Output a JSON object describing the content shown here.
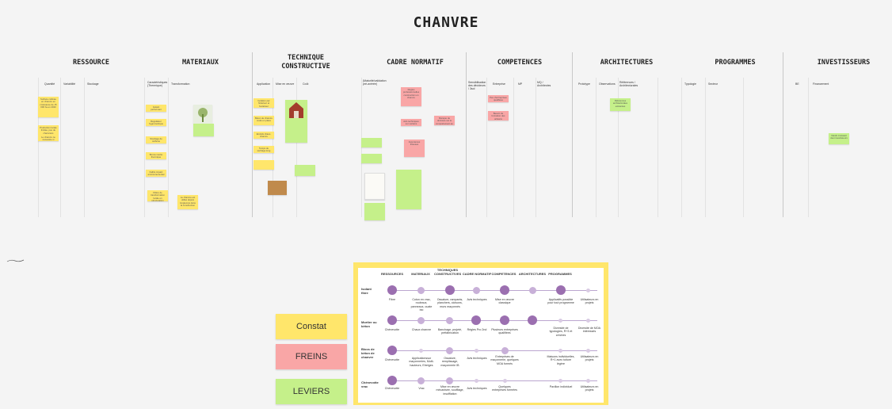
{
  "board": {
    "title": "CHANVRE",
    "columns": [
      {
        "id": "ressource",
        "label": "RESSOURCE",
        "subs": [
          "Quantité",
          "Variabilité",
          "Stockage"
        ]
      },
      {
        "id": "materiaux",
        "label": "MATERIAUX",
        "subs": [
          "Caractéristiques (Thermique)",
          "Transformation"
        ]
      },
      {
        "id": "technique",
        "label": "TECHNIQUE CONSTRUCTIVE",
        "subs": [
          "Application",
          "Mise en œuvre",
          "Coût"
        ]
      },
      {
        "id": "cadre",
        "label": "CADRE NORMATIF",
        "subs": [
          "(Maturité/validation pré-avérée)"
        ]
      },
      {
        "id": "competences",
        "label": "COMPETENCES",
        "subs": [
          "Sensibilisation des décideurs / 3sol",
          "Entreprise",
          "MP",
          "MQ / Architectes"
        ]
      },
      {
        "id": "architectures",
        "label": "ARCHITECTURES",
        "subs": [
          "Prototype",
          "Observations",
          "Références / Architecturales"
        ]
      },
      {
        "id": "programmes",
        "label": "PROGRAMMES",
        "subs": [
          "Typologie",
          "Secteur"
        ]
      },
      {
        "id": "investisseurs",
        "label": "INVESTISSEURS",
        "subs": [
          "BE",
          "Financement"
        ]
      }
    ]
  },
  "legend": {
    "constat": "Constat",
    "freins": "FREINS",
    "leviers": "LEVIERS"
  },
  "matrix": {
    "headers": [
      "RESSOURCES",
      "MATERIAUX",
      "TECHNIQUES CONSTRUCTIVES",
      "CADRE NORMATIF",
      "COMPETENCES",
      "ARCHITECTURES",
      "PROGRAMMES"
    ],
    "rows": [
      {
        "label": "Isolant fibre",
        "cells": [
          "Fibre",
          "Coton en vrac, rouleaux, panneaux, ouate bio",
          "Ossature, rampants, planchers, cloisons, murs maçonnés",
          "Avis techniques",
          "Mise en œuvre classique",
          "",
          "Applicatifs possible pour tout programme",
          "Utilisateurs en projets"
        ]
      },
      {
        "label": "Mortier ou béton",
        "cells": [
          "Chènevotte",
          "Chaux chanvre",
          "Banchage, projeté, préfabrication",
          "Règles Pro 2nd",
          "Plusieurs entreprises qualifiées",
          "",
          "Diversité de typologies, R+3 et crèches",
          "Diversité de MOA intéressés"
        ]
      },
      {
        "label": "Blocs de béton de chanvre",
        "cells": [
          "Chènevotte",
          "Applicationssur maçonneries, Multi-hauteurs, Etreiges",
          "Ossature, remplissage, maçonnerie IB",
          "Avis techniques",
          "Entreprises de maçonnerie, quelques MOA formés",
          "",
          "Maisons individuelles, R+1 avec toiture légère",
          "Utilisateurs en projets"
        ]
      },
      {
        "label": "Chènevotte vrac",
        "cells": [
          "Chènevotte",
          "Vrac",
          "Mise en œuvre mécanisée, soufflage, insufflation",
          "Avis techniques",
          "Quelques entreprises formées",
          "",
          "Pavillon individuel",
          "Utilisateurs en projets"
        ]
      }
    ]
  },
  "notes": [
    {
      "t": "Surface cultivée en chanvre en croissance de 15 000 ha en 2020"
    },
    {
      "t": "Production locale limitée, peu de chanvriers"
    },
    {
      "t": "Le chanvre ne nécessite ni pesticides ni irrigation"
    },
    {
      "t": "Isolant performant"
    },
    {
      "t": "Régulateur hygrométrique"
    },
    {
      "t": "Stockage de carbone"
    },
    {
      "t": "Bonne inertie thermique"
    },
    {
      "t": "Faible impact environnemental"
    },
    {
      "t": "Filière de transformation locale en structuration"
    },
    {
      "t": "Le chanvre est utilisé depuis longtemps dans la construction"
    },
    {
      "t": "Isolation par l'intérieur et l'extérieur"
    },
    {
      "t": "Béton de chanvre coulé en place"
    },
    {
      "t": "Enduits chaux-chanvre"
    },
    {
      "t": "Temps de séchage long"
    },
    {
      "t": "Règles professionnelles construction en chanvre"
    },
    {
      "t": "Avis techniques sur certains produits"
    },
    {
      "t": "Manque de données sur le comportement au feu"
    },
    {
      "t": "Assurances frileuses"
    },
    {
      "t": "Réseau de professionnels formés en développement"
    },
    {
      "t": "Peu d'entreprises qualifiées"
    },
    {
      "t": "Besoin de formation des artisans"
    },
    {
      "t": "Références architecturales existantes"
    },
    {
      "t": "Intérêt croissant des investisseurs"
    }
  ]
}
